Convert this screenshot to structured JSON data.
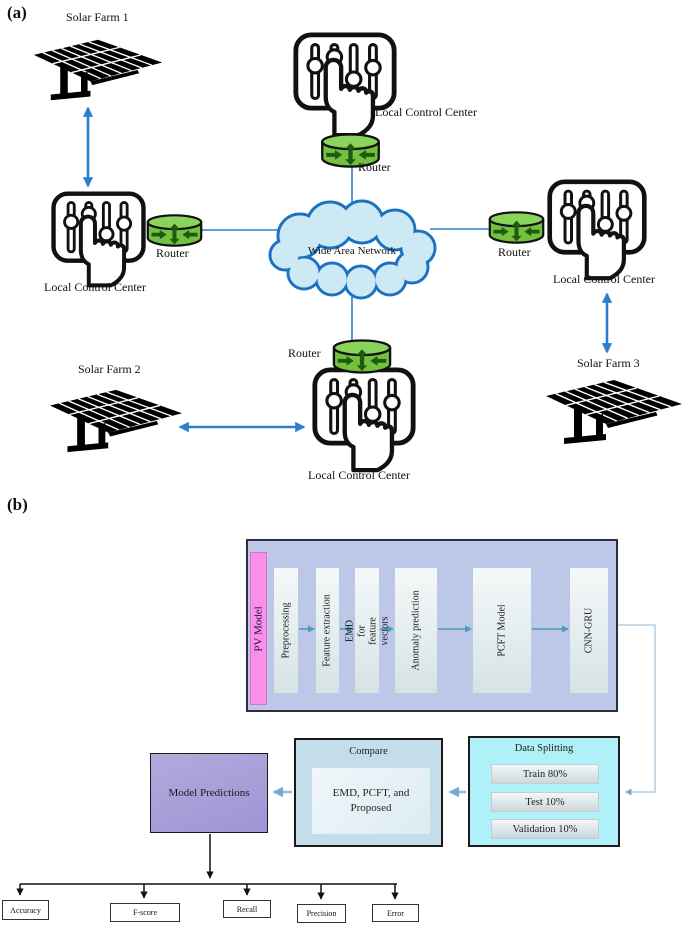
{
  "figure": {
    "panel_a": {
      "label": "(a)",
      "solar_farms": [
        "Solar Farm 1",
        "Solar Farm 2",
        "Solar Farm 3"
      ],
      "control_center_label": "Local Control Center",
      "router_label": "Router",
      "wan_label": "Wide Area Network"
    },
    "panel_b": {
      "label": "(b)",
      "pv_model_label": "PV Model",
      "stages": [
        "Preprocessing",
        "Feature extraction",
        "EMD for feature vectors",
        "Anomaly prediction",
        "PCFT Model",
        "CNN-GRU"
      ],
      "data_splitting": {
        "title": "Data Splitting",
        "items": [
          "Train 80%",
          "Test 10%",
          "Validation 10%"
        ]
      },
      "compare": {
        "title": "Compare",
        "body": "EMD, PCFT, and Proposed"
      },
      "model_predictions_label": "Model Predictions",
      "metrics": [
        "Accuracy",
        "F-score",
        "Recall",
        "Precision",
        "Error"
      ]
    },
    "colors": {
      "arrow_blue": "#2b7fd0",
      "cloud_fill": "#cde9f4",
      "cloud_stroke": "#1b72c2",
      "router_green": "#74c140",
      "router_arrow_green": "#1d5c10",
      "pipeline_fill": "#bdc7e7",
      "pv_strip_pink": "#fa8fe9",
      "stage_arrow_teal": "#5b9fc6",
      "data_splitting_cyan": "#b0f0f8",
      "compare_blue": "#c4ddeb",
      "model_predictions_purple": "#a79fd9"
    }
  }
}
